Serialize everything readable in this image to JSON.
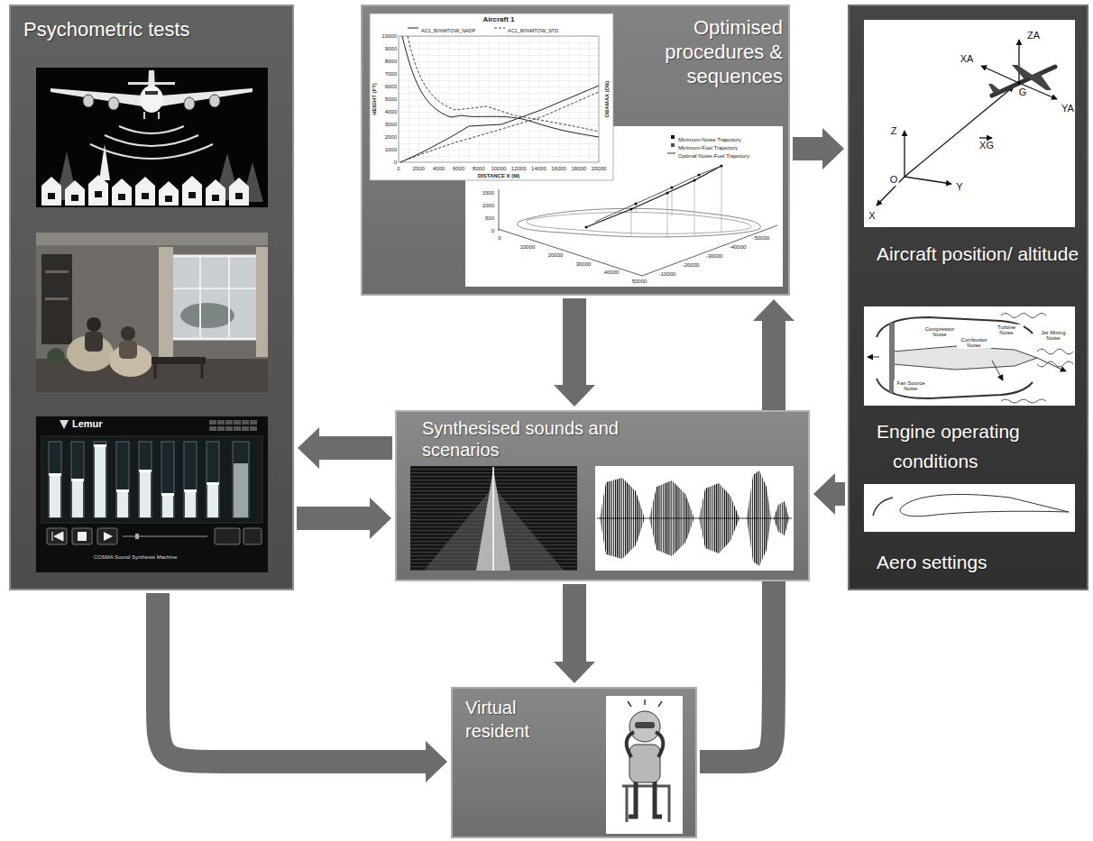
{
  "diagram": {
    "nodes": [
      {
        "text": [
          "Psychometric tests"
        ]
      },
      {
        "text": [
          "Optimised procedures & sequences"
        ]
      },
      {
        "text": [
          "Aircraft position/ altitude",
          "Engine operating conditions",
          "Aero settings"
        ]
      },
      {
        "text": [
          "Synthesised sounds and scenarios"
        ]
      },
      {
        "text": [
          "Virtual resident"
        ]
      }
    ],
    "edges": [
      {
        "from": 1,
        "to": 2,
        "arrow": "to"
      },
      {
        "from": 1,
        "to": 3,
        "arrow": "to"
      },
      {
        "from": 2,
        "to": 3,
        "arrow": "to"
      },
      {
        "from": 3,
        "to": 0,
        "arrow": "to"
      },
      {
        "from": 0,
        "to": 3,
        "arrow": "to"
      },
      {
        "from": 3,
        "to": 4,
        "arrow": "to"
      },
      {
        "from": 0,
        "to": 4,
        "arrow": "to"
      },
      {
        "from": 4,
        "to": 1,
        "arrow": "to"
      }
    ],
    "labels": [
      "Aircraft 1",
      "HEIGHT (FT)",
      "DISTANCE X (M)",
      "DBAMAX (DB)",
      "0",
      "1000",
      "2000",
      "3000",
      "4000",
      "5000",
      "6000",
      "7000",
      "8000",
      "9000",
      "10000",
      "0",
      "2000",
      "4000",
      "6000",
      "8000",
      "10000",
      "12000",
      "14000",
      "16000",
      "18000",
      "20000",
      "1500",
      "1000",
      "500",
      "0",
      "0",
      "10000",
      "20000",
      "30000",
      "40000",
      "50000",
      "-10000",
      "-20000",
      "-30000",
      "-40000",
      "-50000",
      "ZA",
      "XA",
      "G",
      "YA",
      "XG",
      "Z",
      "O",
      "Y",
      "X",
      "Fan Source Noise",
      "Compressor Noise",
      "Combustor Noise",
      "Turbine Noise",
      "Jet Mixing Noise",
      "Lemur",
      "COSMA Sound Synthesis Machine"
    ],
    "legend": [
      {
        "text": "AC1_80%MTOW_NADP"
      },
      {
        "text": "AC1_80%MTOW_STD"
      },
      {
        "text": "Minimum-Noise Trajectory"
      },
      {
        "text": "Minimum-Fuel Trajectory"
      },
      {
        "text": "Optimal Noise-Fuel Trajectory"
      }
    ]
  }
}
